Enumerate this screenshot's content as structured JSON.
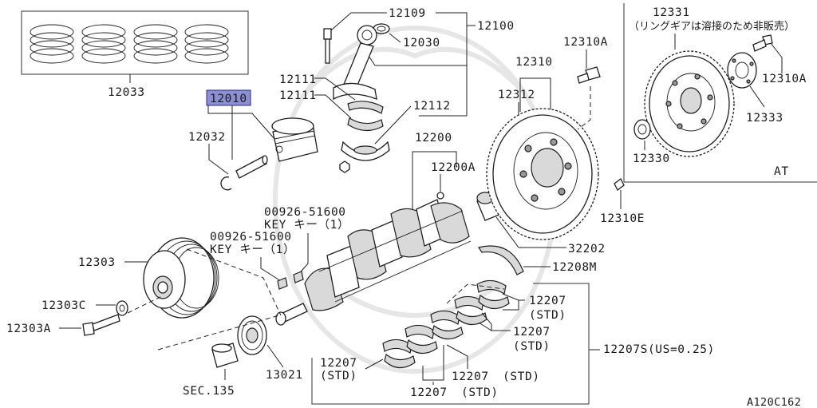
{
  "diagram_id": "A120C162",
  "ring_gear_note": "（リングギアは溶接のため非販売）",
  "at_label": "AT",
  "key_text": "KEY キー（1）",
  "highlight_color": "#8c8fd1",
  "part_numbers": {
    "piston_rings": "12033",
    "piston": "12010",
    "snap_ring": "12032",
    "rod_bolt": "12109",
    "connecting_rod": "12100",
    "rod_bushing": "12030",
    "rod_bearing_upper": "12111",
    "rod_bearing_lower": "12111",
    "rod_nut": "12112",
    "drive_plate_bolt": "12310A",
    "flywheel_assy": "12310",
    "flywheel": "12312",
    "ring_gear_assy": "12331",
    "at_bolt": "12310A",
    "plate": "12333",
    "pilot_bushing": "12330",
    "crankshaft": "12200",
    "crank_plug": "12200A",
    "crank_pin": "12310E",
    "key_a": "00926-51600",
    "key_b": "00926-51600",
    "pilot_bearing": "32202",
    "thrust_washer": "12208M",
    "pulley": "12303",
    "washer": "12303C",
    "pulley_bolt": "12303A",
    "timing_sprocket": "13021",
    "section_ref": "SEC.135",
    "bearing_set": "12207S(US=0.25)",
    "main_bearing_1": "12207",
    "main_bearing_2": "12207",
    "main_bearing_3": "12207",
    "main_bearing_4": "12207",
    "main_bearing_5": "12207"
  },
  "std_label": "(STD)"
}
